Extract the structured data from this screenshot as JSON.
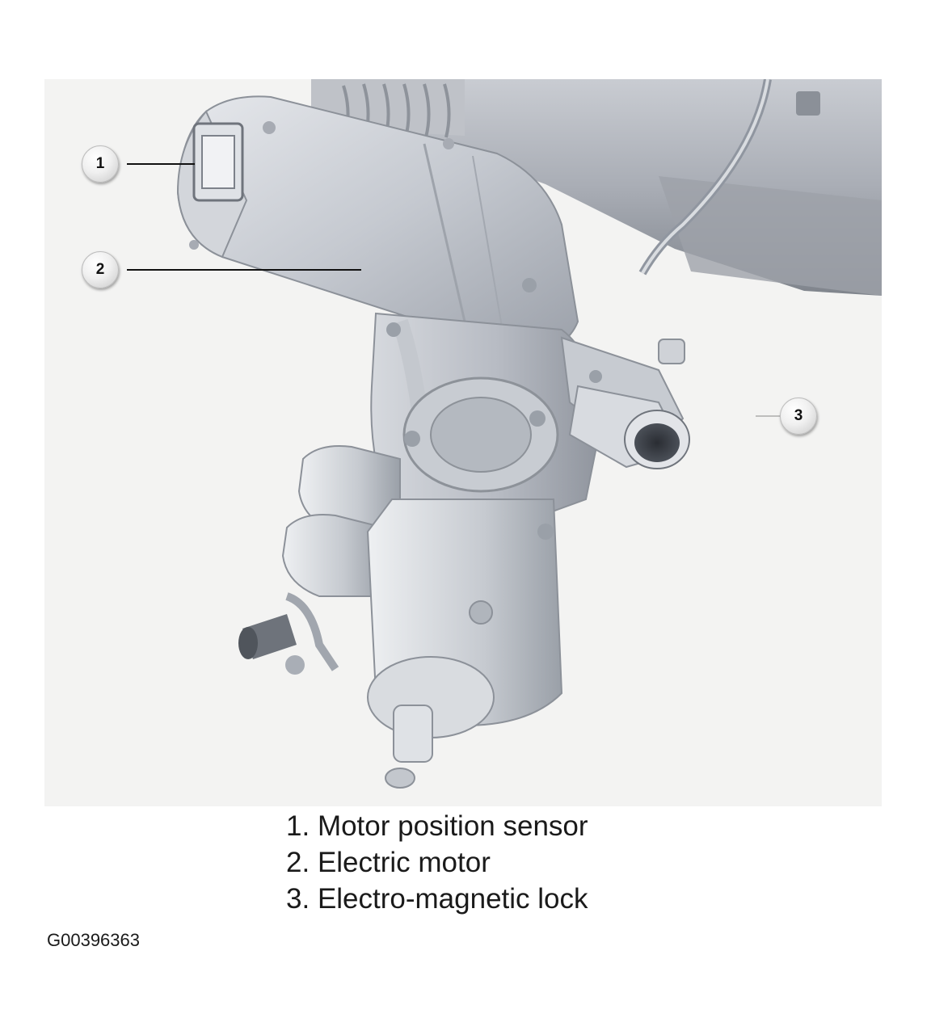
{
  "callouts": [
    {
      "number": "1"
    },
    {
      "number": "2"
    },
    {
      "number": "3"
    }
  ],
  "legend": [
    {
      "number": "1.",
      "label": "Motor position sensor"
    },
    {
      "number": "2.",
      "label": "Electric motor"
    },
    {
      "number": "3.",
      "label": "Electro-magnetic lock"
    }
  ],
  "figure_id": "G00396363"
}
